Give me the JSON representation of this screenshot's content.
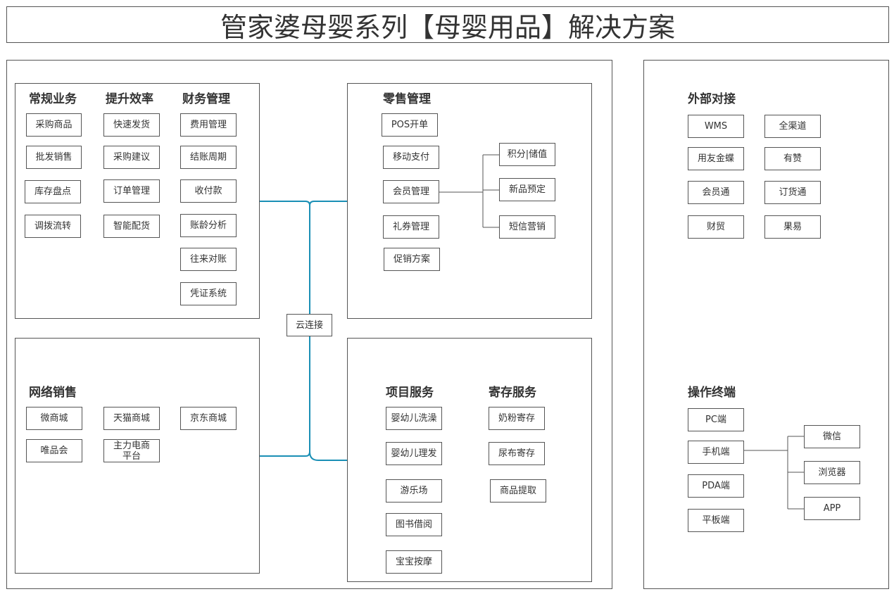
{
  "title": "管家婆母婴系列【母婴用品】解决方案",
  "colors": {
    "connector": "#1a8fb5",
    "border": "#555555"
  },
  "cloud": "云连接",
  "daily": {
    "h1": "常规业务",
    "h2": "提升效率",
    "h3": "财务管理",
    "c1": [
      "采购商品",
      "批发销售",
      "库存盘点",
      "调拨流转"
    ],
    "c2": [
      "快速发货",
      "采购建议",
      "订单管理",
      "智能配货"
    ],
    "c3": [
      "费用管理",
      "结账周期",
      "收付款",
      "账龄分析",
      "往来对账",
      "凭证系统"
    ]
  },
  "retail": {
    "h": "零售管理",
    "items": [
      "POS开单",
      "移动支付",
      "会员管理",
      "礼券管理",
      "促销方案"
    ],
    "member_sub": [
      "积分|储值",
      "新品预定",
      "短信营销"
    ]
  },
  "online": {
    "h": "网络销售",
    "items": [
      "微商城",
      "天猫商城",
      "京东商城",
      "唯品会",
      "主力电商平台"
    ]
  },
  "service": {
    "h1": "项目服务",
    "h2": "寄存服务",
    "c1": [
      "婴幼儿洗澡",
      "婴幼儿理发",
      "游乐场",
      "图书借阅",
      "宝宝按摩"
    ],
    "c2": [
      "奶粉寄存",
      "尿布寄存",
      "商品提取"
    ]
  },
  "external": {
    "h": "外部对接",
    "items": [
      "WMS",
      "全渠道",
      "用友金蝶",
      "有赞",
      "会员通",
      "订货通",
      "财贸",
      "果易"
    ]
  },
  "terminal": {
    "h": "操作终端",
    "items": [
      "PC端",
      "手机端",
      "PDA端",
      "平板端"
    ],
    "phone_sub": [
      "微信",
      "浏览器",
      "APP"
    ]
  }
}
